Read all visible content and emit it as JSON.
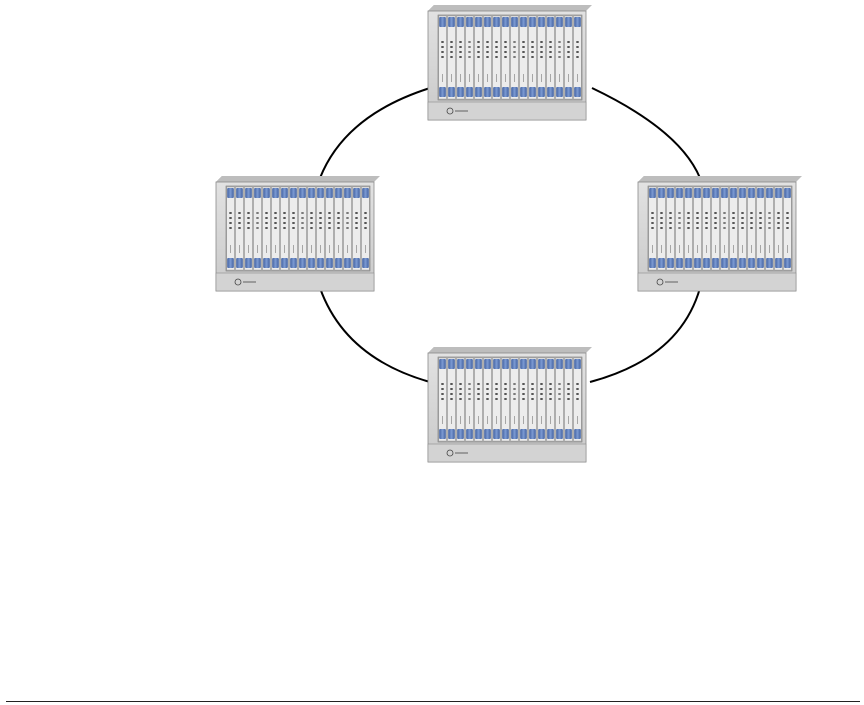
{
  "diagram": {
    "type": "ring-network",
    "nodes": [
      {
        "id": "chassis-top",
        "label": "",
        "card_slots": 16
      },
      {
        "id": "chassis-left",
        "label": "",
        "card_slots": 16
      },
      {
        "id": "chassis-right",
        "label": "",
        "card_slots": 16
      },
      {
        "id": "chassis-bottom",
        "label": "",
        "card_slots": 16
      }
    ],
    "links": [
      {
        "from": "chassis-top",
        "to": "chassis-right"
      },
      {
        "from": "chassis-right",
        "to": "chassis-bottom"
      },
      {
        "from": "chassis-bottom",
        "to": "chassis-left"
      },
      {
        "from": "chassis-left",
        "to": "chassis-top"
      }
    ],
    "colors": {
      "ring": "#000000",
      "chassis_face": "#d8d8d8",
      "chassis_side": "#9a9a9a",
      "chassis_top": "#bdbdbd",
      "card_latch": "#5a79b3",
      "card_body": "#ececec"
    }
  }
}
